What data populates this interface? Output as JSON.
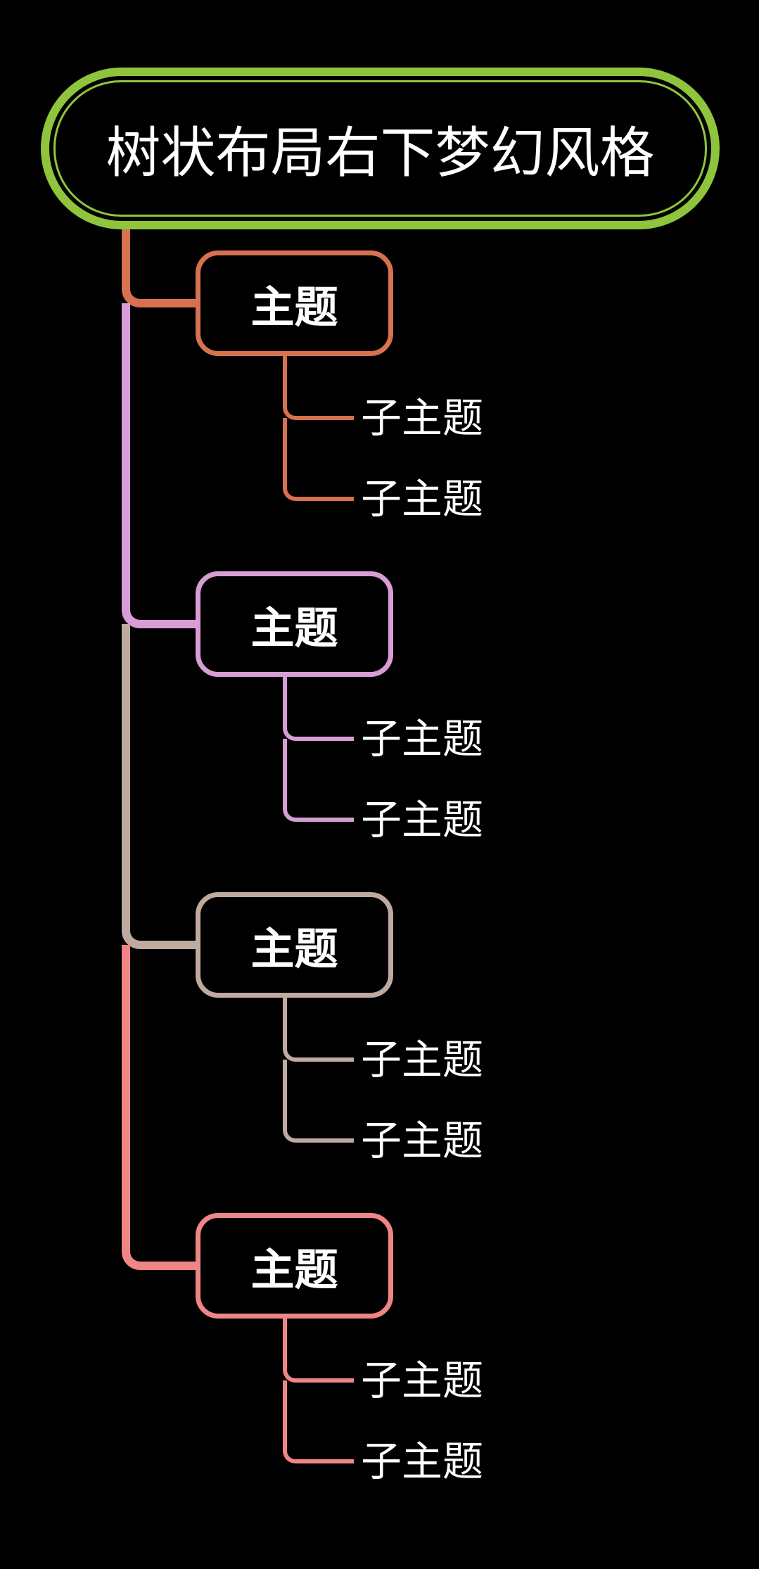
{
  "canvas": {
    "background_color": "#000000",
    "text_color": "#ffffff"
  },
  "root": {
    "title": "树状布局右下梦幻风格",
    "border_color": "#8fc53c",
    "border_style": "double-line rounded capsule"
  },
  "topics": [
    {
      "label": "主题",
      "color": "#d7714f",
      "subtopics": [
        "子主题",
        "子主题"
      ]
    },
    {
      "label": "主题",
      "color": "#d99dd6",
      "subtopics": [
        "子主题",
        "子主题"
      ]
    },
    {
      "label": "主题",
      "color": "#bfaaa0",
      "subtopics": [
        "子主题",
        "子主题"
      ]
    },
    {
      "label": "主题",
      "color": "#f08586",
      "subtopics": [
        "子主题",
        "子主题"
      ]
    }
  ]
}
